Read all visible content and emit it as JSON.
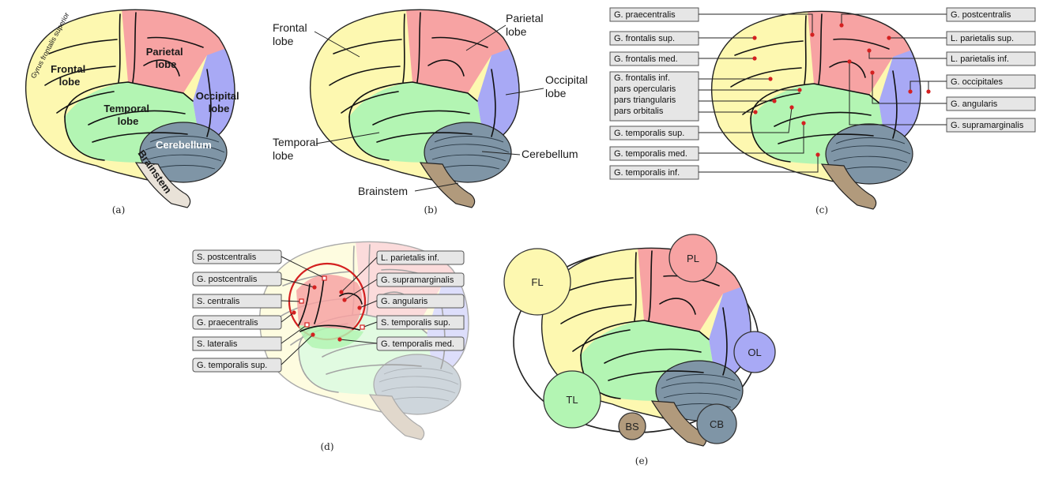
{
  "colors": {
    "frontal": "#fdf8b0",
    "parietal": "#f7a3a3",
    "occipital": "#a8a9f5",
    "temporal": "#b3f5b3",
    "cerebellum": "#7f95a6",
    "brainstem": "#b19a7c",
    "outline": "#222222",
    "marker": "#d42020"
  },
  "panel_a": {
    "caption": "(a)",
    "labels": {
      "gyrus": "Gyrus frontalis superior",
      "frontal": [
        "Frontal",
        "lobe"
      ],
      "parietal": [
        "Parietal",
        "lobe"
      ],
      "occipital": [
        "Occipital",
        "lobe"
      ],
      "temporal": [
        "Temporal",
        "lobe"
      ],
      "cerebellum": "Cerebellum",
      "brainstem": "Brainstem"
    }
  },
  "panel_b": {
    "caption": "(b)",
    "labels": {
      "frontal": [
        "Frontal",
        "lobe"
      ],
      "parietal": [
        "Parietal",
        "lobe"
      ],
      "occipital": [
        "Occipital",
        "lobe"
      ],
      "temporal": [
        "Temporal",
        "lobe"
      ],
      "cerebellum": "Cerebellum",
      "brainstem": "Brainstem"
    }
  },
  "panel_c": {
    "caption": "(c)",
    "left_labels": [
      "G. praecentralis",
      "G. frontalis sup.",
      "G. frontalis med.",
      "G. frontalis inf.",
      "pars opercularis",
      "pars triangularis",
      "pars orbitalis",
      "G. temporalis sup.",
      "G. temporalis med.",
      "G. temporalis inf."
    ],
    "right_labels": [
      "G. postcentralis",
      "L. parietalis sup.",
      "L. parietalis inf.",
      "G. occipitales",
      "G. angularis",
      "G. supramarginalis"
    ]
  },
  "panel_d": {
    "caption": "(d)",
    "left_labels": [
      "S. postcentralis",
      "G. postcentralis",
      "S. centralis",
      "G. praecentralis",
      "S. lateralis",
      "G. temporalis sup."
    ],
    "right_labels": [
      "L. parietalis inf.",
      "G. supramarginalis",
      "G. angularis",
      "S. temporalis sup.",
      "G. temporalis med."
    ]
  },
  "panel_e": {
    "caption": "(e)",
    "nodes": [
      "FL",
      "PL",
      "OL",
      "TL",
      "BS",
      "CB"
    ]
  }
}
